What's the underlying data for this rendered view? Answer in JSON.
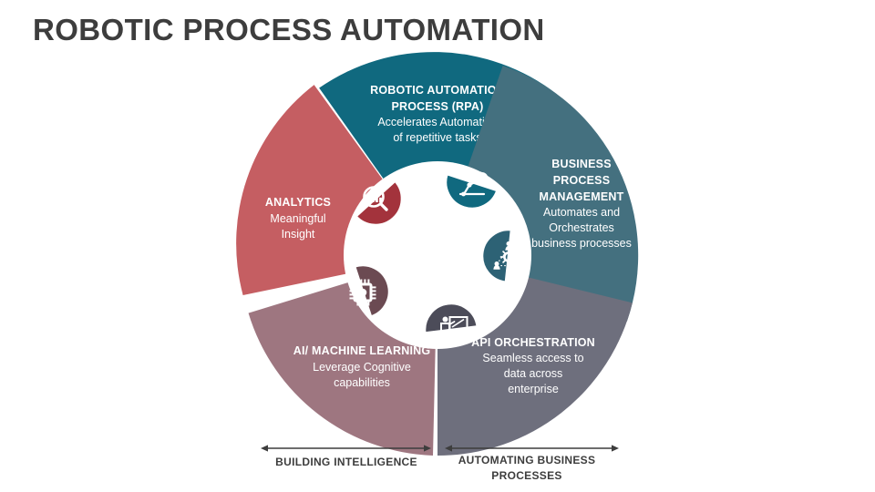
{
  "slide": {
    "title": "ROBOTIC PROCESS AUTOMATION",
    "background_color": "#FFFFFF",
    "title_color": "#3D3D3D"
  },
  "chart_data": {
    "type": "pie",
    "title": "ROBOTIC PROCESS AUTOMATION",
    "subtitle": "",
    "xlabel": "",
    "ylabel": "",
    "legend_position": "none",
    "grid": false,
    "note": "Donut / ring diagram with 5 equal-appearance segments; each segment carries a title, a description and an icon badge on the inner edge.",
    "categories": [
      "ROBOTIC AUTOMATION PROCESS (RPA)",
      "BUSINESS PROCESS MANAGEMENT",
      "API ORCHESTRATION",
      "AI/ MACHINE LEARNING",
      "ANALYTICS"
    ],
    "values": [
      72,
      72,
      72,
      72,
      72
    ],
    "value_unit": "degrees",
    "segments": [
      {
        "id": "rpa",
        "title": "ROBOTIC AUTOMATION",
        "title_line2": "PROCESS (RPA)",
        "desc_line1": "Accelerates Automation",
        "desc_line2": "of repetitive tasks",
        "color": "#10697F",
        "icon_color": "#10697F",
        "icon": "robot-arm-wrench-icon",
        "start_angle": -52,
        "end_angle": 16
      },
      {
        "id": "bpm",
        "title": "BUSINESS",
        "title_line2": "PROCESS",
        "title_line3": "MANAGEMENT",
        "desc_line1": "Automates and",
        "desc_line2": "Orchestrates",
        "desc_line3": "business processes",
        "color": "#44707F",
        "icon_color": "#2D6275",
        "icon": "gear-people-icon",
        "start_angle": 19,
        "end_angle": 88
      },
      {
        "id": "api",
        "title": "API ORCHESTRATION",
        "desc_line1": "Seamless access to",
        "desc_line2": "data across",
        "desc_line3": "enterprise",
        "color": "#6E6F7D",
        "icon_color": "#4C4C59",
        "icon": "presentation-person-icon",
        "start_angle": 91,
        "end_angle": 160
      },
      {
        "id": "aiml",
        "title": "AI/ MACHINE LEARNING",
        "desc_line1": "Leverage Cognitive",
        "desc_line2": "capabilities",
        "color": "#9E7680",
        "icon_color": "#6B4A52",
        "icon": "microchip-icon",
        "start_angle": 163,
        "end_angle": 232
      },
      {
        "id": "analytics",
        "title": "ANALYTICS",
        "desc_line1": "Meaningful",
        "desc_line2": "Insight",
        "color": "#C55E62",
        "icon_color": "#A3333C",
        "icon": "magnifier-barchart-icon",
        "start_angle": 235,
        "end_angle": 304
      }
    ],
    "axes_annotations": [
      {
        "id": "building-intelligence",
        "label_line1": "BUILDING INTELLIGENCE",
        "label_line2": "",
        "arrow": "double-headed"
      },
      {
        "id": "automating-business-processes",
        "label_line1": "AUTOMATING BUSINESS",
        "label_line2": "PROCESSES",
        "arrow": "double-headed"
      }
    ]
  }
}
